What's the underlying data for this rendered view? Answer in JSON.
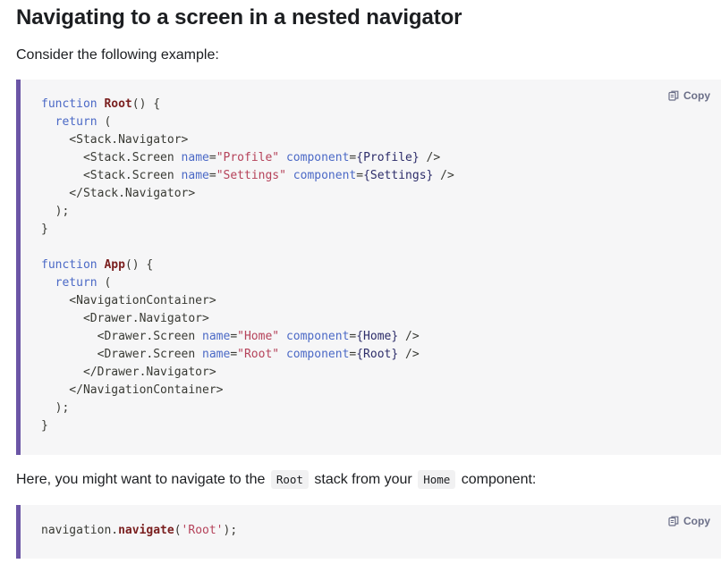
{
  "heading": "Navigating to a screen in a nested navigator",
  "intro": "Consider the following example:",
  "copy_label": "Copy",
  "code1": [
    [
      {
        "t": "function ",
        "c": "kw"
      },
      {
        "t": "Root",
        "c": "fn"
      },
      {
        "t": "() {",
        "c": ""
      }
    ],
    [
      {
        "t": "  ",
        "c": ""
      },
      {
        "t": "return",
        "c": "kw"
      },
      {
        "t": " (",
        "c": ""
      }
    ],
    [
      {
        "t": "    <Stack.Navigator>",
        "c": "tag"
      }
    ],
    [
      {
        "t": "      <Stack.Screen ",
        "c": "tag"
      },
      {
        "t": "name",
        "c": "attr"
      },
      {
        "t": "=",
        "c": ""
      },
      {
        "t": "\"Profile\"",
        "c": "str"
      },
      {
        "t": " ",
        "c": ""
      },
      {
        "t": "component",
        "c": "attr"
      },
      {
        "t": "=",
        "c": ""
      },
      {
        "t": "{Profile}",
        "c": "jsx"
      },
      {
        "t": " />",
        "c": "tag"
      }
    ],
    [
      {
        "t": "      <Stack.Screen ",
        "c": "tag"
      },
      {
        "t": "name",
        "c": "attr"
      },
      {
        "t": "=",
        "c": ""
      },
      {
        "t": "\"Settings\"",
        "c": "str"
      },
      {
        "t": " ",
        "c": ""
      },
      {
        "t": "component",
        "c": "attr"
      },
      {
        "t": "=",
        "c": ""
      },
      {
        "t": "{Settings}",
        "c": "jsx"
      },
      {
        "t": " />",
        "c": "tag"
      }
    ],
    [
      {
        "t": "    </Stack.Navigator>",
        "c": "tag"
      }
    ],
    [
      {
        "t": "  );",
        "c": ""
      }
    ],
    [
      {
        "t": "}",
        "c": ""
      }
    ],
    [
      {
        "t": "",
        "c": ""
      }
    ],
    [
      {
        "t": "function ",
        "c": "kw"
      },
      {
        "t": "App",
        "c": "fn"
      },
      {
        "t": "() {",
        "c": ""
      }
    ],
    [
      {
        "t": "  ",
        "c": ""
      },
      {
        "t": "return",
        "c": "kw"
      },
      {
        "t": " (",
        "c": ""
      }
    ],
    [
      {
        "t": "    <NavigationContainer>",
        "c": "tag"
      }
    ],
    [
      {
        "t": "      <Drawer.Navigator>",
        "c": "tag"
      }
    ],
    [
      {
        "t": "        <Drawer.Screen ",
        "c": "tag"
      },
      {
        "t": "name",
        "c": "attr"
      },
      {
        "t": "=",
        "c": ""
      },
      {
        "t": "\"Home\"",
        "c": "str"
      },
      {
        "t": " ",
        "c": ""
      },
      {
        "t": "component",
        "c": "attr"
      },
      {
        "t": "=",
        "c": ""
      },
      {
        "t": "{Home}",
        "c": "jsx"
      },
      {
        "t": " />",
        "c": "tag"
      }
    ],
    [
      {
        "t": "        <Drawer.Screen ",
        "c": "tag"
      },
      {
        "t": "name",
        "c": "attr"
      },
      {
        "t": "=",
        "c": ""
      },
      {
        "t": "\"Root\"",
        "c": "str"
      },
      {
        "t": " ",
        "c": ""
      },
      {
        "t": "component",
        "c": "attr"
      },
      {
        "t": "=",
        "c": ""
      },
      {
        "t": "{Root}",
        "c": "jsx"
      },
      {
        "t": " />",
        "c": "tag"
      }
    ],
    [
      {
        "t": "      </Drawer.Navigator>",
        "c": "tag"
      }
    ],
    [
      {
        "t": "    </NavigationContainer>",
        "c": "tag"
      }
    ],
    [
      {
        "t": "  );",
        "c": ""
      }
    ],
    [
      {
        "t": "}",
        "c": ""
      }
    ]
  ],
  "para2": {
    "before": "Here, you might want to navigate to the ",
    "code_a": "Root",
    "middle": " stack from your ",
    "code_b": "Home",
    "after": " component:"
  },
  "code2": [
    [
      {
        "t": "navigation.",
        "c": ""
      },
      {
        "t": "navigate",
        "c": "fn-call"
      },
      {
        "t": "(",
        "c": ""
      },
      {
        "t": "'Root'",
        "c": "str"
      },
      {
        "t": ");",
        "c": ""
      }
    ]
  ]
}
